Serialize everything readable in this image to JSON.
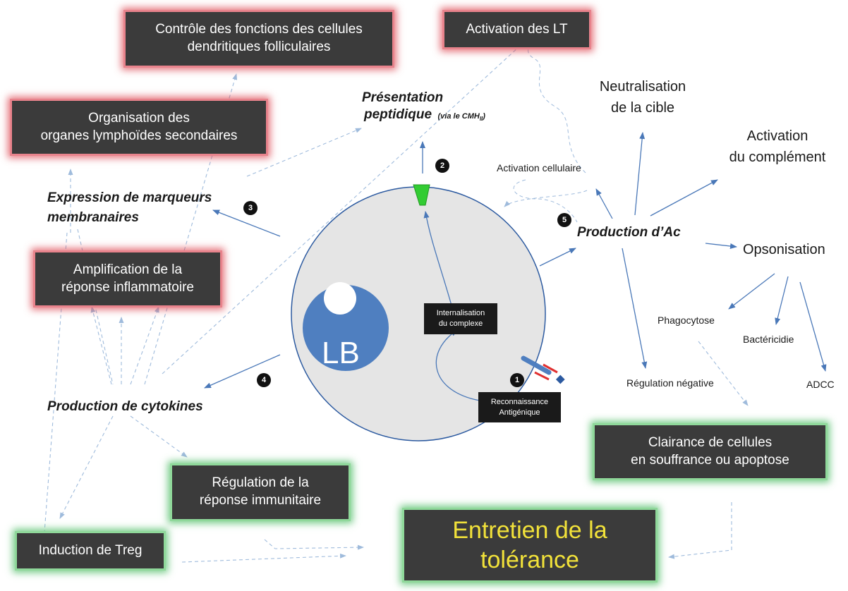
{
  "colors": {
    "box_fill": "#3b3b3b",
    "red_glow": "#e05a64",
    "green_glow": "#4fbf63",
    "cell": "#e5e5e5",
    "cell_border": "#2c5aa0",
    "nucleus": "#4f7fc0",
    "arrow": "#4a78b8",
    "dashed_arrow": "#9fbbdc",
    "tolerance_text": "#f2e23a",
    "receptor": "#33cc33"
  },
  "boxes": {
    "fdc": {
      "line1": "Contrôle des fonctions des cellules",
      "line2": "dendritiques  folliculaires"
    },
    "lt": {
      "line1": "Activation des LT"
    },
    "organes": {
      "line1": "Organisation des",
      "line2": "organes lymphoïdes secondaires"
    },
    "amplif": {
      "line1": "Amplification de la",
      "line2": "réponse inflammatoire"
    },
    "regulation": {
      "line1": "Régulation de la",
      "line2": "réponse immunitaire"
    },
    "treg": {
      "line1": "Induction de Treg"
    },
    "tolerance": {
      "line1": "Entretien de la",
      "line2": "tolérance"
    },
    "clairance": {
      "line1": "Clairance de cellules",
      "line2": "en souffrance ou apoptose"
    },
    "internalisation": {
      "line1": "Internalisation",
      "line2": "du complexe"
    },
    "reconnaissance": {
      "line1": "Reconnaissance",
      "line2": "Antigénique"
    }
  },
  "labels": {
    "presentation1": "Présentation",
    "presentation2": "peptidique",
    "via": "(via le CMH",
    "via_sub": "II",
    "via_end": ")",
    "expression1": "Expression de marqueurs",
    "expression2": "membranaires",
    "cytokines": "Production de cytokines",
    "production_ac": "Production d’Ac",
    "activation_cell": "Activation cellulaire",
    "neutralisation1": "Neutralisation",
    "neutralisation2": "de la cible",
    "complement1": "Activation",
    "complement2": "du complément",
    "opsonisation": "Opsonisation",
    "phagocytose": "Phagocytose",
    "bactericidie": "Bactéricidie",
    "regulation_neg": "Régulation négative",
    "adcc": "ADCC",
    "lb": "LB"
  },
  "numbers": {
    "n1": "1",
    "n2": "2",
    "n3": "3",
    "n4": "4",
    "n5": "5"
  }
}
